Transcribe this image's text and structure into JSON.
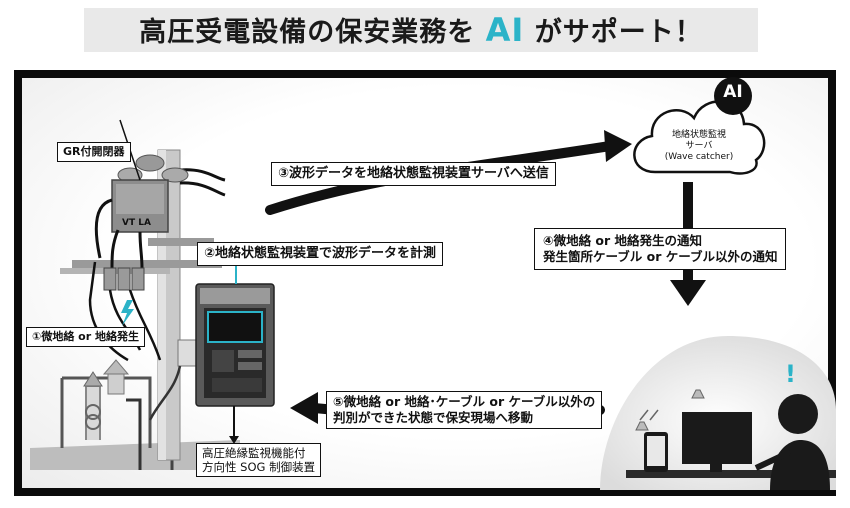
{
  "title": {
    "prefix": "高圧受電設備の保安業務を",
    "ai": "AI",
    "suffix": "がサポート！"
  },
  "labels": {
    "gr_switch": "GR付開閉器",
    "vt_la": "VT  LA",
    "step1": "①微地絡 or 地絡発生",
    "step2": "②地絡状態監視装置で波形データを計測",
    "step3": "③波形データを地絡状態監視装置サーバへ送信",
    "step4_line1": "④微地絡 or 地絡発生の通知",
    "step4_line2": "発生箇所ケーブル or ケーブル以外の通知",
    "step5_line1": "⑤微地絡 or 地絡･ケーブル or ケーブル以外の",
    "step5_line2": "判別ができた状態で保安現場へ移動",
    "device_line1": "高圧絶縁監視機能付",
    "device_line2": "方向性 SOG 制御装置",
    "cloud_line1": "地絡状態監視",
    "cloud_line2": "サーバ",
    "cloud_line3": "(Wave catcher)",
    "cloud_ai": "AI",
    "alert_mark": "!"
  },
  "colors": {
    "accent": "#2bb3c8",
    "dark": "#111111",
    "frame": "#0b0b0b"
  }
}
